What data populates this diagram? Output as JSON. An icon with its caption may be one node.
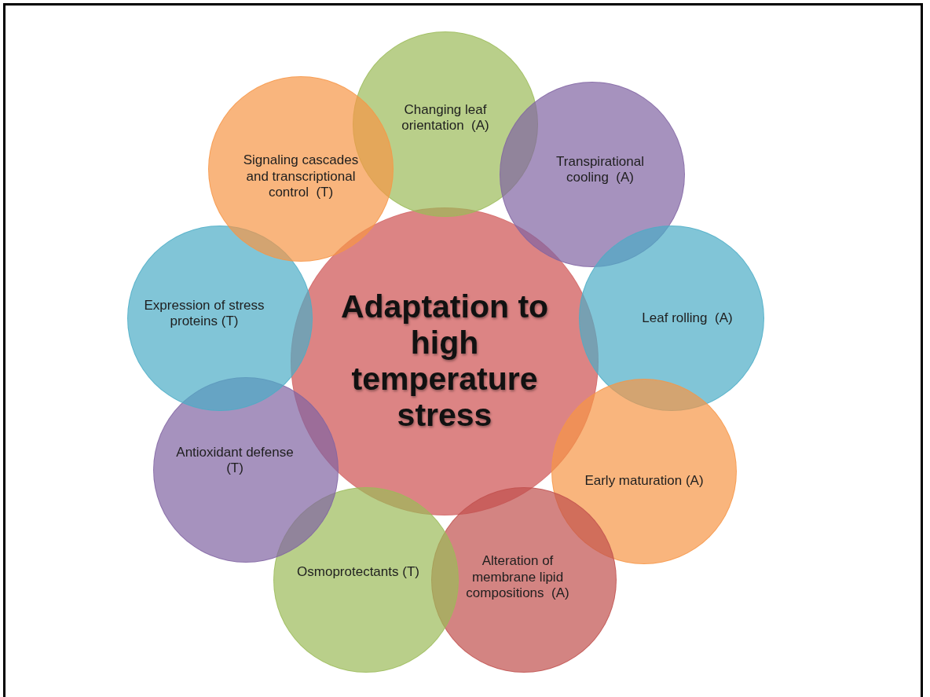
{
  "diagram": {
    "nodes": [
      {
        "text": [
          "Adaptation to high temperature stress"
        ]
      },
      {
        "text": [
          "Changing leaf orientation  (A)"
        ]
      },
      {
        "text": [
          "Transpirational cooling  (A)"
        ]
      },
      {
        "text": [
          "Leaf rolling  (A)"
        ]
      },
      {
        "text": [
          "Early maturation (A)"
        ]
      },
      {
        "text": [
          "Alteration of membrane lipid compositions  (A)"
        ]
      },
      {
        "text": [
          "Osmoprotectants (T)"
        ]
      },
      {
        "text": [
          "Antioxidant defense (T)"
        ]
      },
      {
        "text": [
          "Expression of stress proteins (T)"
        ]
      },
      {
        "text": [
          "Signaling cascades and transcriptional control  (T)"
        ]
      }
    ]
  }
}
